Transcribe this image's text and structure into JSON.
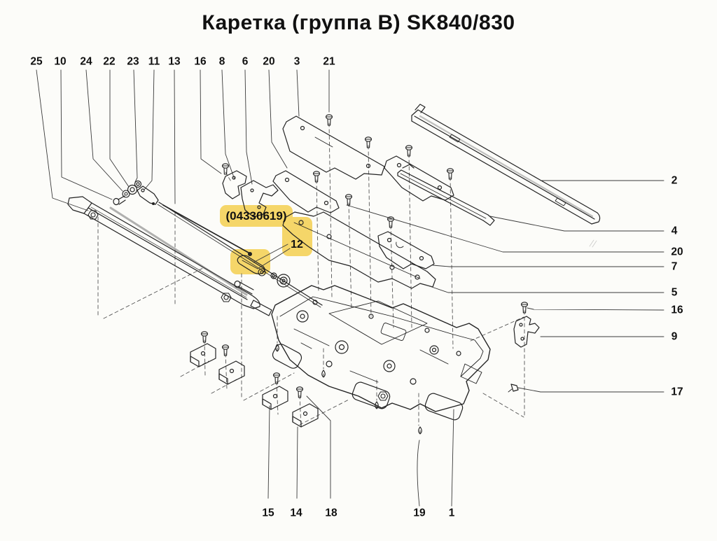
{
  "title": "Каретка (группа B) SK840/830",
  "highlight": {
    "code": "(04330619)",
    "callout": "12",
    "color": "#F5D669"
  },
  "callouts": {
    "top": [
      "25",
      "10",
      "24",
      "22",
      "23",
      "11",
      "13",
      "16",
      "8",
      "6",
      "20",
      "3",
      "21"
    ],
    "right": [
      "2",
      "4",
      "20",
      "7",
      "5",
      "16",
      "9",
      "17"
    ],
    "bottom": [
      "15",
      "14",
      "18",
      "19",
      "1"
    ]
  },
  "colors": {
    "paper": "#FCFCF9",
    "line": "#222222",
    "leader": "#3A3A3A",
    "dashed": "#555555",
    "highlight": "#F5D669",
    "text": "#111111"
  }
}
